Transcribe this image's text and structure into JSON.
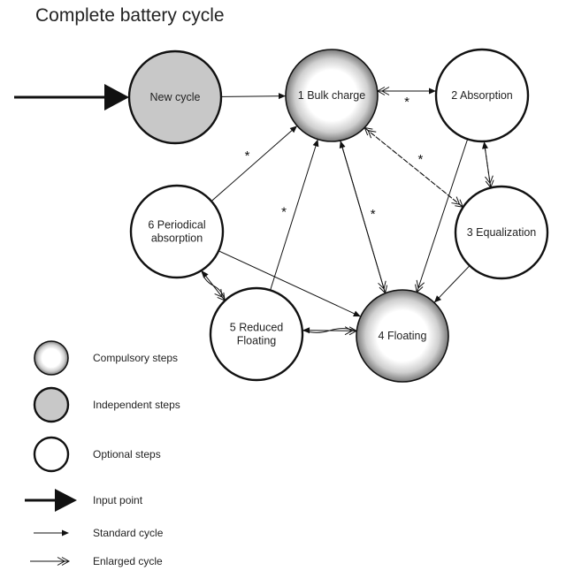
{
  "title": "Complete battery cycle",
  "colors": {
    "independent_fill": "#c8c8c8",
    "stroke": "#111111",
    "compulsory_edge": "#8a8a8a",
    "compulsory_center": "#ffffff"
  },
  "nodes": [
    {
      "id": "new",
      "lines": [
        "New cycle"
      ],
      "type": "independent"
    },
    {
      "id": "bulk",
      "lines": [
        "1 Bulk charge"
      ],
      "type": "compulsory"
    },
    {
      "id": "absorption",
      "lines": [
        "2 Absorption"
      ],
      "type": "optional"
    },
    {
      "id": "equalization",
      "lines": [
        "3 Equalization"
      ],
      "type": "optional"
    },
    {
      "id": "floating",
      "lines": [
        "4 Floating"
      ],
      "type": "compulsory"
    },
    {
      "id": "reduced",
      "lines": [
        "5 Reduced",
        "Floating"
      ],
      "type": "optional"
    },
    {
      "id": "periodical",
      "lines": [
        "6 Periodical",
        "absorption"
      ],
      "type": "optional"
    }
  ],
  "edges": [
    {
      "from": "input",
      "to": "new",
      "kind": "input"
    },
    {
      "from": "new",
      "to": "bulk",
      "kind": "standard"
    },
    {
      "from": "bulk",
      "to": "absorption",
      "kind": "standard"
    },
    {
      "from": "absorption",
      "to": "bulk",
      "kind": "dashed-enlarged",
      "star": true
    },
    {
      "from": "bulk",
      "to": "equalization",
      "kind": "dashed-enlarged",
      "star": true
    },
    {
      "from": "equalization",
      "to": "bulk",
      "kind": "dashed-enlarged"
    },
    {
      "from": "absorption",
      "to": "equalization",
      "kind": "enlarged"
    },
    {
      "from": "equalization",
      "to": "absorption",
      "kind": "dashed-standard"
    },
    {
      "from": "absorption",
      "to": "floating",
      "kind": "enlarged"
    },
    {
      "from": "equalization",
      "to": "floating",
      "kind": "standard"
    },
    {
      "from": "bulk",
      "to": "floating",
      "kind": "enlarged"
    },
    {
      "from": "floating",
      "to": "bulk",
      "kind": "standard",
      "star": true
    },
    {
      "from": "periodical",
      "to": "bulk",
      "kind": "standard",
      "star": true
    },
    {
      "from": "reduced",
      "to": "bulk",
      "kind": "standard",
      "star": true
    },
    {
      "from": "periodical",
      "to": "floating",
      "kind": "standard"
    },
    {
      "from": "periodical",
      "to": "reduced",
      "kind": "wavy-enlarged"
    },
    {
      "from": "reduced",
      "to": "periodical",
      "kind": "standard"
    },
    {
      "from": "reduced",
      "to": "floating",
      "kind": "enlarged"
    },
    {
      "from": "floating",
      "to": "reduced",
      "kind": "wavy-standard"
    }
  ],
  "star_symbol": "*",
  "legend": [
    {
      "id": "compulsory",
      "label": "Compulsory steps",
      "symbol": "compulsory-circle"
    },
    {
      "id": "independent",
      "label": "Independent steps",
      "symbol": "independent-circle"
    },
    {
      "id": "optional",
      "label": "Optional steps",
      "symbol": "optional-circle"
    },
    {
      "id": "input",
      "label": "Input point",
      "symbol": "input-arrow"
    },
    {
      "id": "standard",
      "label": "Standard cycle",
      "symbol": "standard-arrow"
    },
    {
      "id": "enlarged",
      "label": "Enlarged cycle",
      "symbol": "enlarged-arrow"
    }
  ]
}
